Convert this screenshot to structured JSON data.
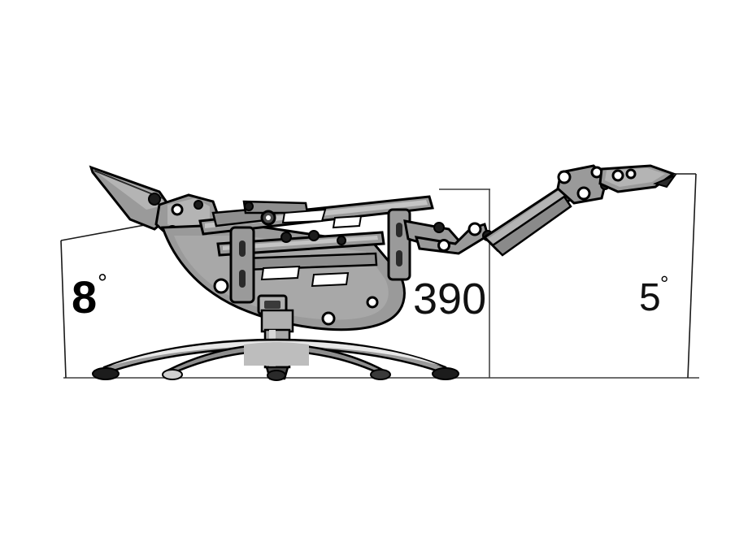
{
  "drawing": {
    "title": "Recliner chair mechanism side elevation",
    "background_color": "#ffffff",
    "line_color": "#000000",
    "ground_line_color": "#6e6e6e",
    "metal_fill": "#9a9a9a",
    "metal_fill_light": "#b8b8b8",
    "metal_fill_dark": "#7c7c7c",
    "highlight_fill": "#ffffff"
  },
  "annotations": {
    "back_angle": {
      "value": "8",
      "unit": "°",
      "name": "backrest-recline-angle"
    },
    "seat_height": {
      "value": "390",
      "unit": "",
      "name": "seat-height-dimension"
    },
    "legrest_angle": {
      "value": "5",
      "unit": "°",
      "name": "legrest-angle"
    }
  },
  "parts": {
    "backrest_arm": "backrest-support-arm",
    "seat_frame": "seat-frame-linkage",
    "legrest_arm": "legrest-extension-arm",
    "gas_cylinder": "gas-lift-cylinder",
    "star_base": "five-star-base",
    "casters": "base-casters",
    "ground": "floor-reference-line"
  }
}
